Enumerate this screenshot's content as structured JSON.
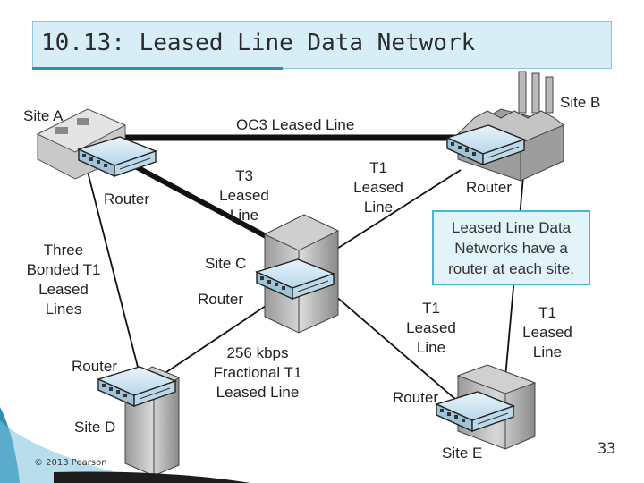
{
  "title": "10.13: Leased Line Data Network",
  "sites": {
    "a": {
      "label": "Site A",
      "router_label": "Router"
    },
    "b": {
      "label": "Site B",
      "router_label": "Router"
    },
    "c": {
      "label": "Site C",
      "router_label": "Router"
    },
    "d": {
      "label": "Site D",
      "router_label": "Router"
    },
    "e": {
      "label": "Site E",
      "router_label": "Router"
    }
  },
  "links": {
    "a_b": [
      "OC3 Leased Line"
    ],
    "a_c": [
      "T3",
      "Leased",
      "Line"
    ],
    "b_c": [
      "T1",
      "Leased",
      "Line"
    ],
    "a_d": [
      "Three",
      "Bonded T1",
      "Leased",
      "Lines"
    ],
    "c_d": [
      "256 kbps",
      "Fractional T1",
      "Leased Line"
    ],
    "c_e": [
      "T1",
      "Leased",
      "Line"
    ],
    "b_e": [
      "T1",
      "Leased",
      "Line"
    ]
  },
  "callout": [
    "Leased Line Data",
    "Networks have a",
    "router at each site."
  ],
  "footer": {
    "copyright": "© 2013 Pearson",
    "page_number": "33"
  },
  "colors": {
    "title_bg": "#d7eef6",
    "accent": "#2f8fb5",
    "callout_border": "#4bb3dc",
    "router_body": "#cfe6f3"
  }
}
